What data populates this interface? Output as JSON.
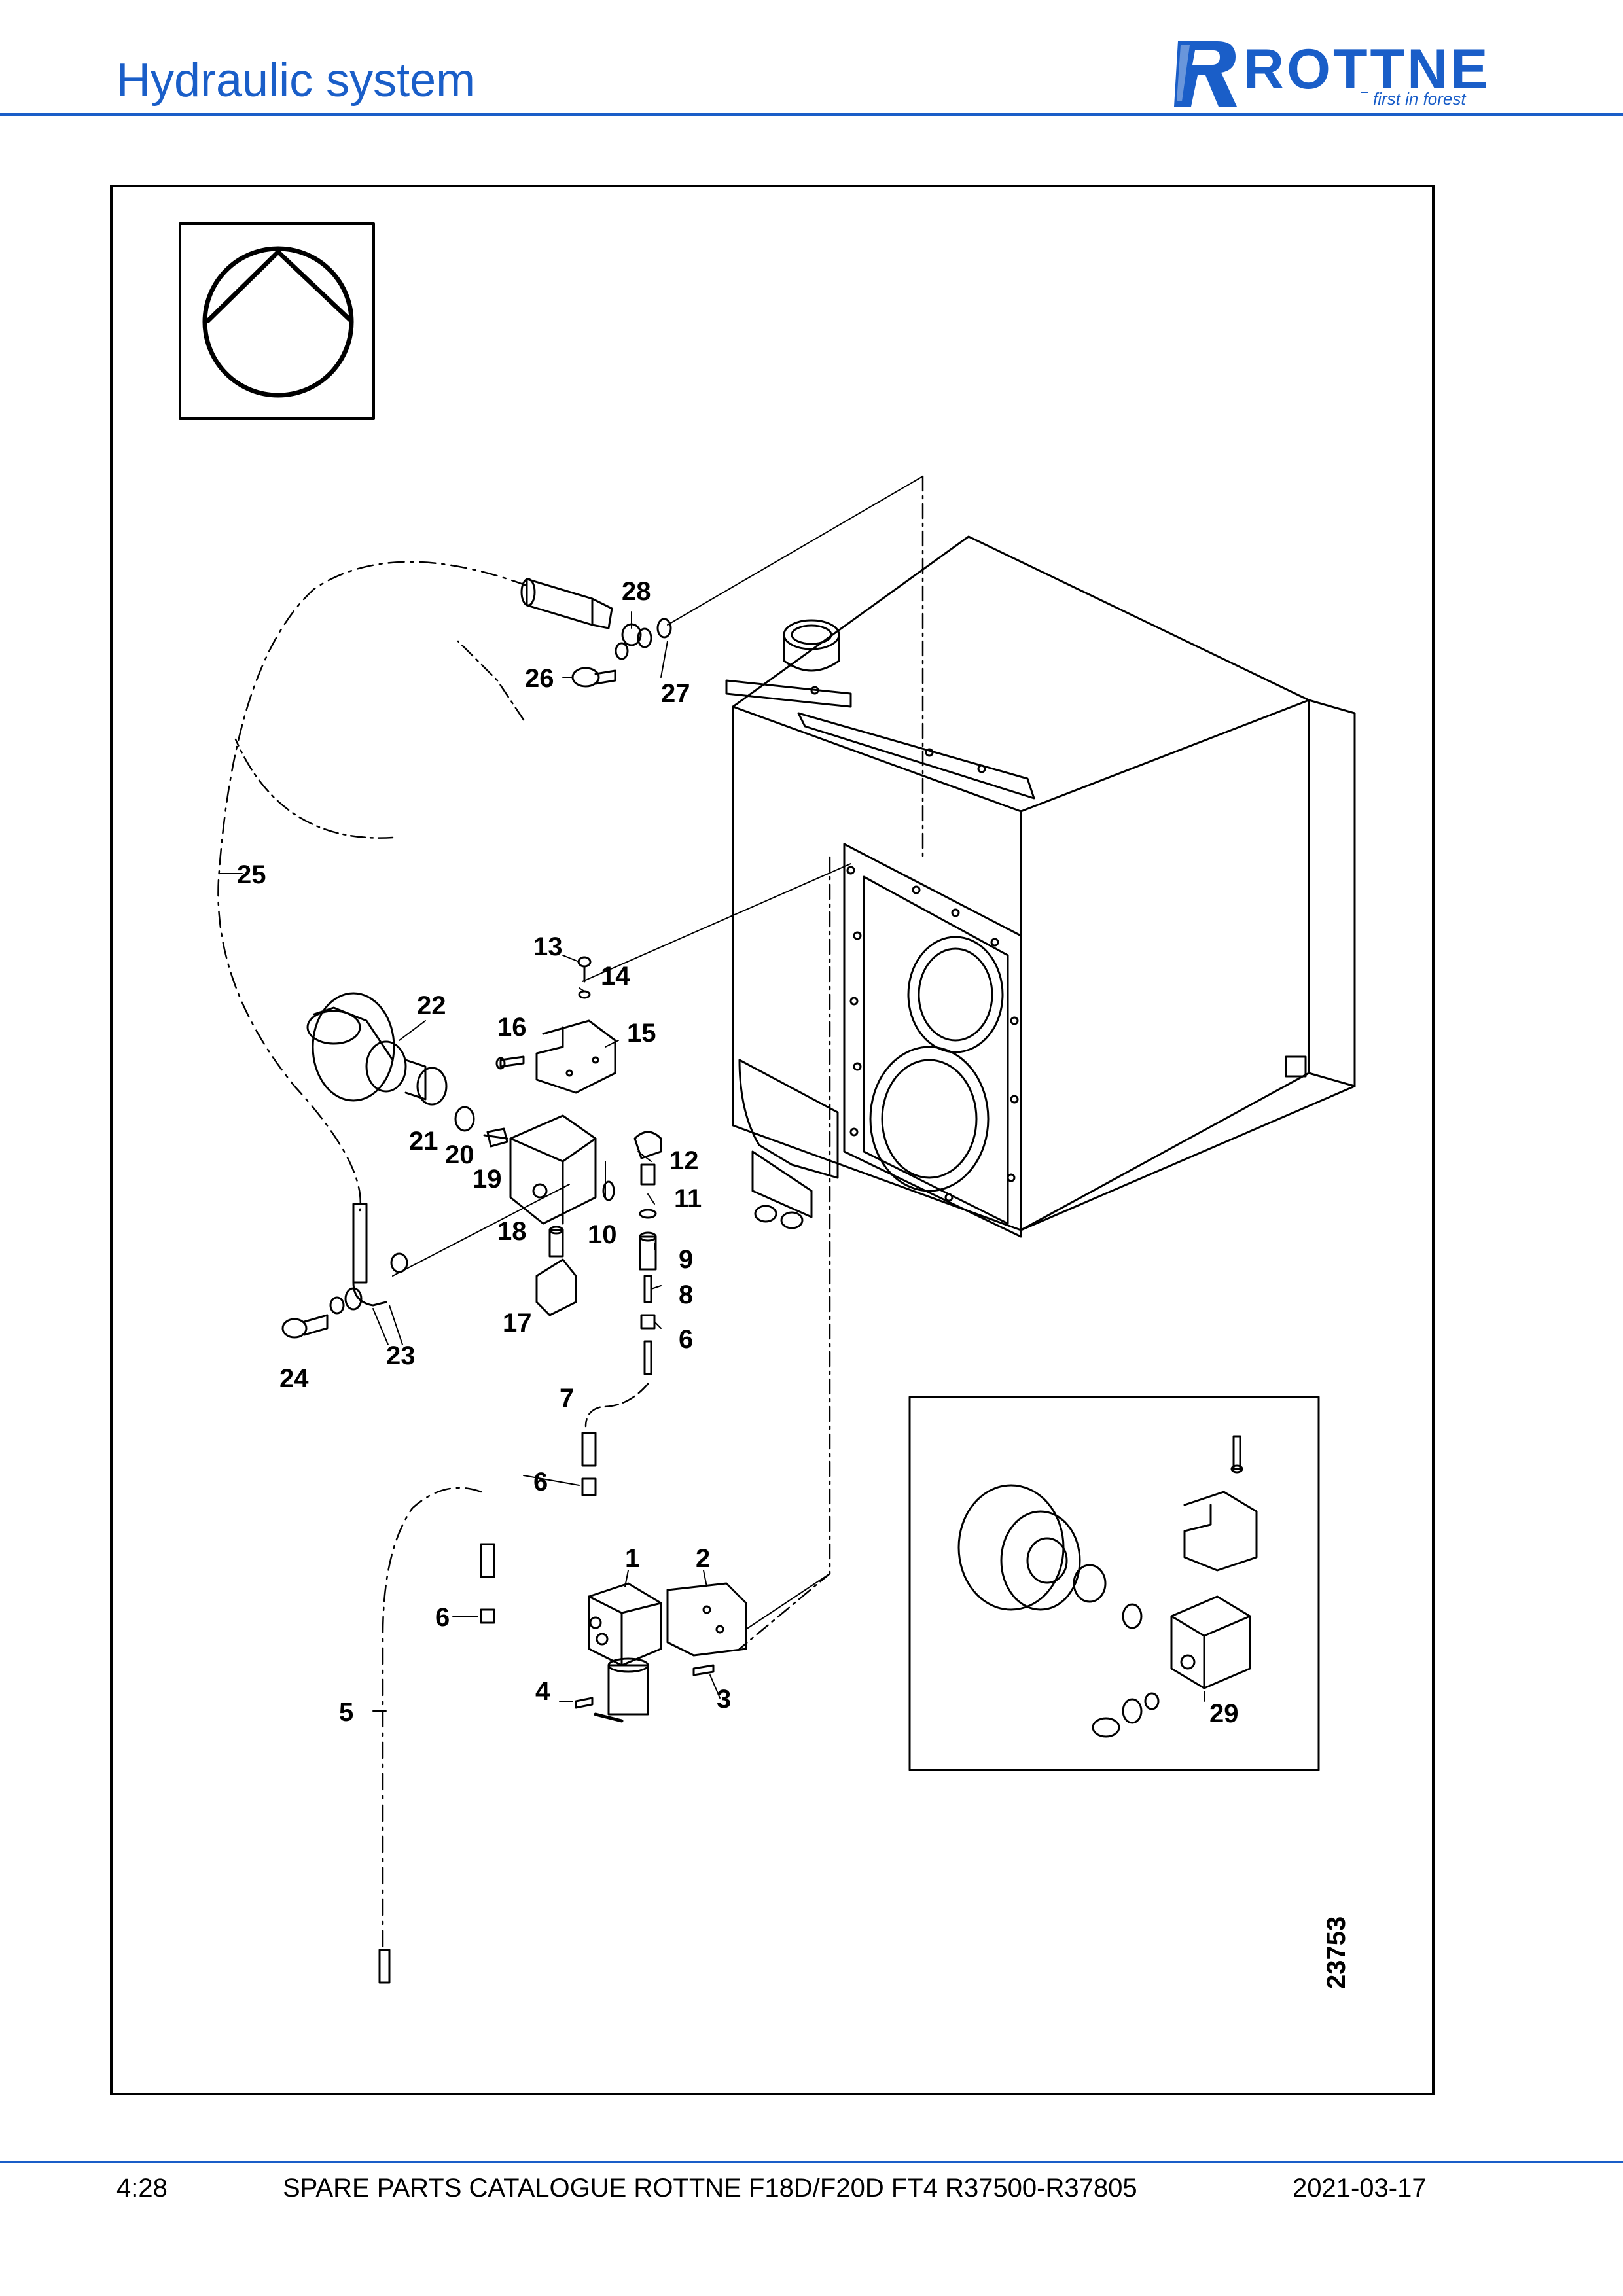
{
  "header": {
    "title": "Hydraulic system",
    "logo": {
      "brand": "ROTTNE",
      "tagline": "first in forest",
      "color": "#1a5ec8"
    }
  },
  "diagram": {
    "drawing_number": "23753",
    "part_labels": {
      "p1": "1",
      "p2": "2",
      "p3": "3",
      "p4": "4",
      "p5": "5",
      "p6a": "6",
      "p6b": "6",
      "p6c": "6",
      "p7": "7",
      "p8": "8",
      "p9": "9",
      "p10": "10",
      "p11": "11",
      "p12": "12",
      "p13": "13",
      "p14": "14",
      "p15": "15",
      "p16": "16",
      "p17": "17",
      "p18": "18",
      "p19": "19",
      "p20": "20",
      "p21": "21",
      "p22": "22",
      "p23": "23",
      "p24": "24",
      "p25": "25",
      "p26": "26",
      "p27": "27",
      "p28": "28",
      "p29": "29"
    }
  },
  "footer": {
    "page": "4:28",
    "catalogue": "SPARE PARTS CATALOGUE ROTTNE F18D/F20D FT4 R37500-R37805",
    "date": "2021-03-17"
  }
}
